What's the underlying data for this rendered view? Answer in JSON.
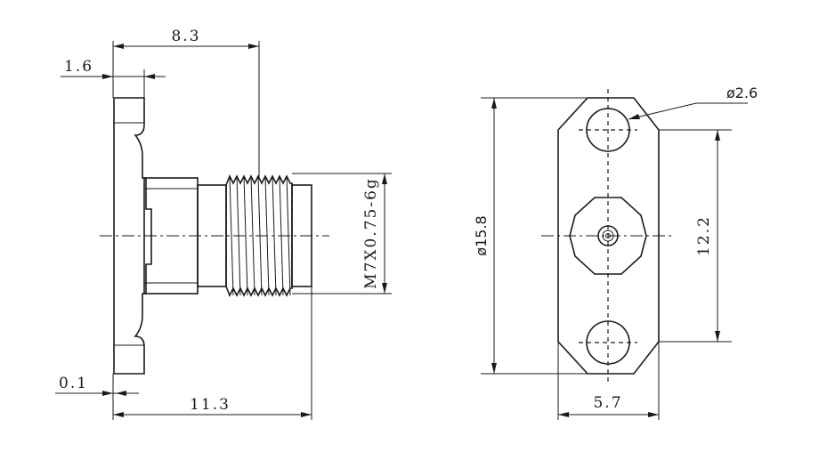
{
  "dimensions": {
    "top_length": "8.3",
    "flange_thickness": "1.6",
    "offset": "0.1",
    "total_length": "11.3",
    "thread": "M7X0.75-6g",
    "hole_diameter": "ø2.6",
    "flange_length": "ø15.8",
    "hole_spacing": "12.2",
    "flange_width": "5.7"
  }
}
